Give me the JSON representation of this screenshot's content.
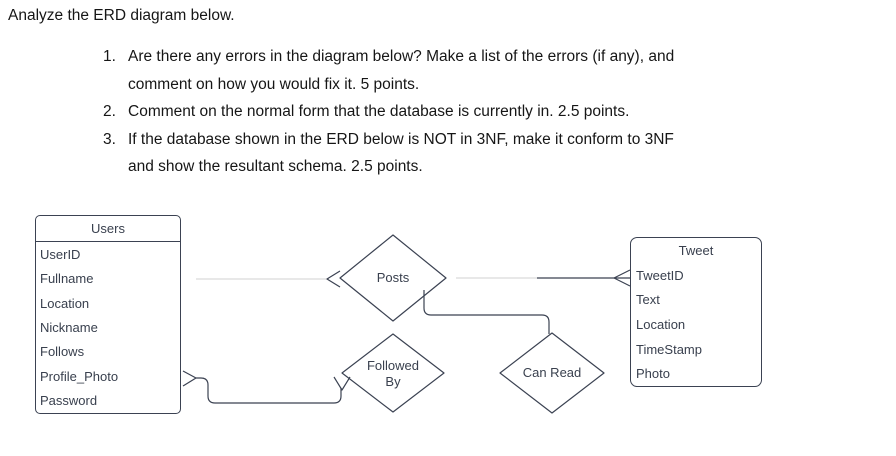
{
  "page": {
    "title": "Analyze the ERD diagram below."
  },
  "instructions": {
    "items": [
      {
        "number": "1.",
        "lines": [
          "Are there any errors in the diagram below? Make a list of the errors (if any), and",
          "comment on how you would fix it. 5 points."
        ]
      },
      {
        "number": "2.",
        "lines": [
          "Comment on the normal form that the database is currently in. 2.5 points."
        ]
      },
      {
        "number": "3.",
        "lines": [
          "If the database shown in the ERD below is NOT in 3NF, make it conform to 3NF",
          "and show the resultant schema. 2.5 points."
        ]
      }
    ]
  },
  "erd": {
    "entities": {
      "users": {
        "title": "Users",
        "attributes": [
          "UserID",
          "Fullname",
          "Location",
          "Nickname",
          "Follows",
          "Profile_Photo",
          "Password"
        ]
      },
      "tweet": {
        "title": "Tweet",
        "attributes": [
          "TweetID",
          "Text",
          "Location",
          "TimeStamp",
          "Photo"
        ]
      }
    },
    "relationships": {
      "posts": {
        "label": "Posts"
      },
      "followed_by": {
        "label": "Followed By"
      },
      "can_read": {
        "label": "Can Read"
      }
    },
    "colors": {
      "shape_stroke": "#3b4252",
      "diagram_text": "#39404e",
      "light_connector": "#d9d9d9",
      "body_text": "#161616"
    }
  }
}
